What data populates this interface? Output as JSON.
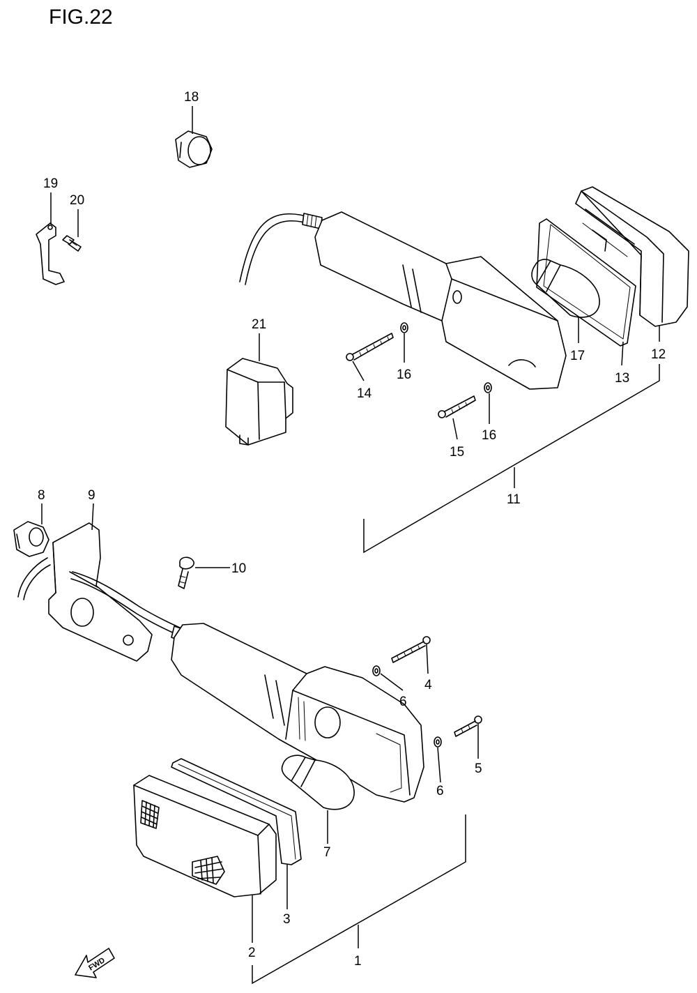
{
  "figure": {
    "title": "FIG.22"
  },
  "callouts": {
    "c1": "1",
    "c2": "2",
    "c3": "3",
    "c4": "4",
    "c5": "5",
    "c6a": "6",
    "c6b": "6",
    "c7": "7",
    "c8": "8",
    "c9": "9",
    "c10": "10",
    "c11": "11",
    "c12": "12",
    "c13": "13",
    "c14": "14",
    "c15": "15",
    "c16a": "16",
    "c16b": "16",
    "c17": "17",
    "c18": "18",
    "c19": "19",
    "c20": "20",
    "c21": "21"
  },
  "fwd_arrow": {
    "label": "FWD"
  }
}
